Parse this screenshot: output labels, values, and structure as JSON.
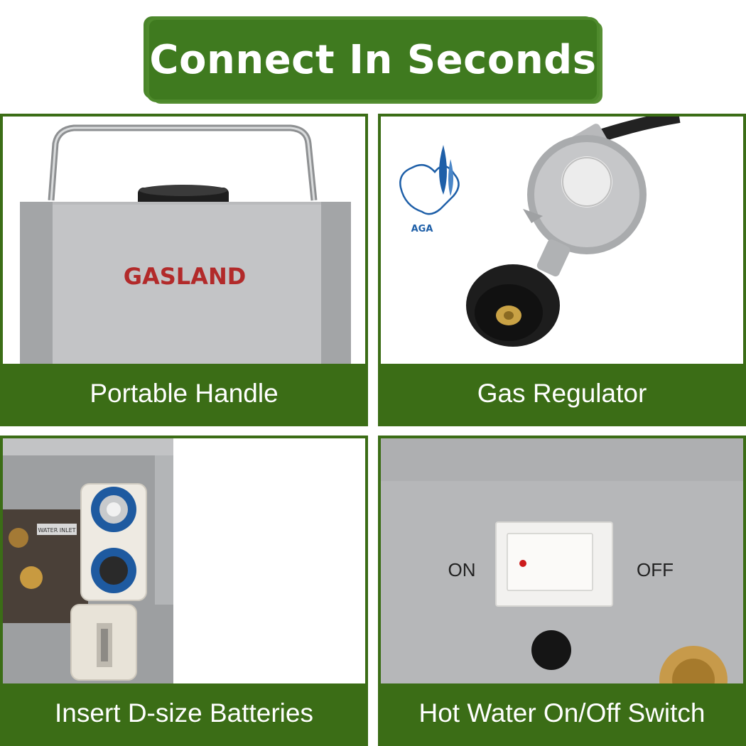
{
  "header": {
    "title": "Connect In Seconds"
  },
  "panels": [
    {
      "caption": "Portable Handle",
      "brand": "GASLAND"
    },
    {
      "caption": "Gas Regulator",
      "certification": "AGA"
    },
    {
      "caption": "Insert D-size Batteries",
      "label": "WATER INLET"
    },
    {
      "caption": "Hot Water On/Off Switch",
      "on_label": "ON",
      "off_label": "OFF"
    }
  ],
  "colors": {
    "accent_green": "#3b6d16",
    "brand_red": "#b22a2a",
    "aga_blue": "#1e5fa8"
  }
}
